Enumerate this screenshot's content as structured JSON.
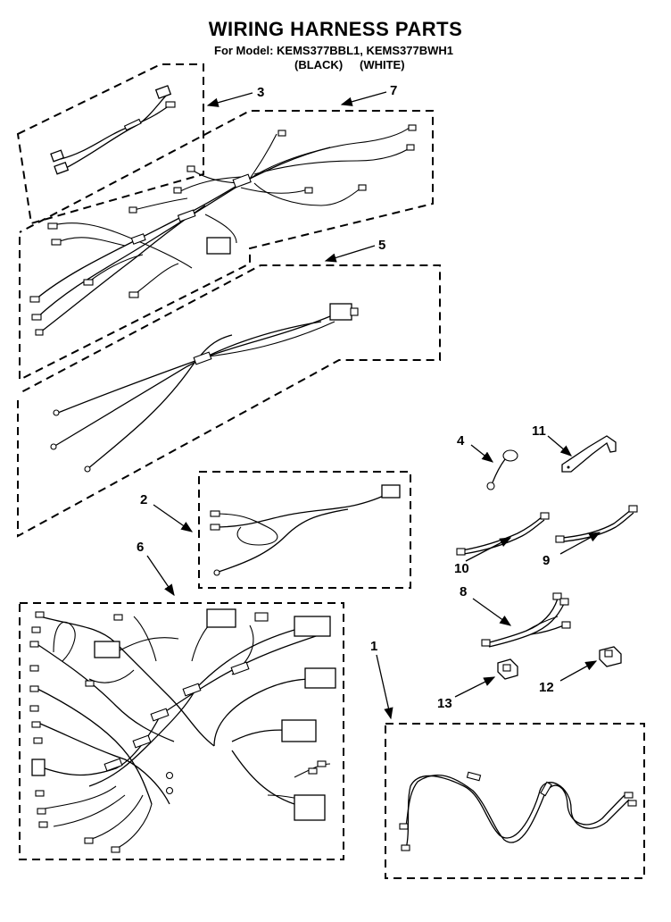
{
  "title": "WIRING HARNESS PARTS",
  "model_line": "For Model: KEMS377BBL1, KEMS377BWH1",
  "color_black": "(BLACK)",
  "color_white": "(WHITE)",
  "callouts": {
    "c1": "1",
    "c2": "2",
    "c3": "3",
    "c4": "4",
    "c5": "5",
    "c6": "6",
    "c7": "7",
    "c8": "8",
    "c9": "9",
    "c10": "10",
    "c11": "11",
    "c12": "12",
    "c13": "13"
  }
}
